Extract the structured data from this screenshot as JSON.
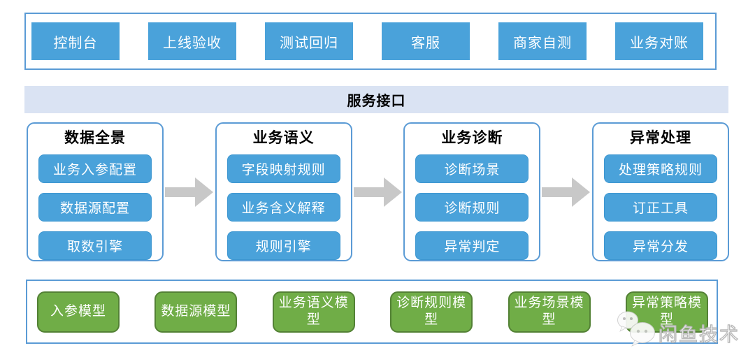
{
  "top_band": {
    "items": [
      "控制台",
      "上线验收",
      "测试回归",
      "客服",
      "商家自测",
      "业务对账"
    ]
  },
  "service_bar": {
    "label": "服务接口"
  },
  "pipeline": {
    "columns": [
      {
        "title": "数据全景",
        "boxes": [
          "业务入参配置",
          "数据源配置",
          "取数引擎"
        ]
      },
      {
        "title": "业务语义",
        "boxes": [
          "字段映射规则",
          "业务含义解释",
          "规则引擎"
        ]
      },
      {
        "title": "业务诊断",
        "boxes": [
          "诊断场景",
          "诊断规则",
          "异常判定"
        ]
      },
      {
        "title": "异常处理",
        "boxes": [
          "处理策略规则",
          "订正工具",
          "异常分发"
        ]
      }
    ],
    "arrow_icon": "right-block-arrow"
  },
  "bottom_band": {
    "items": [
      "入参模型",
      "数据源模型",
      "业务语义模型",
      "诊断规则模型",
      "业务场景模型",
      "异常策略模型"
    ]
  },
  "watermark": {
    "text": "闲鱼技术",
    "icon": "wechat-logo"
  },
  "colors": {
    "box_blue": "#4aa2da",
    "box_blue_border": "#3d96d0",
    "container_border": "#5b9bd5",
    "service_bar_bg": "#dae3f3",
    "box_green": "#70ad47",
    "box_green_border": "#538135",
    "arrow_gray": "#c8c8c8",
    "label_text": "#ffffff",
    "title_text": "#000000"
  }
}
